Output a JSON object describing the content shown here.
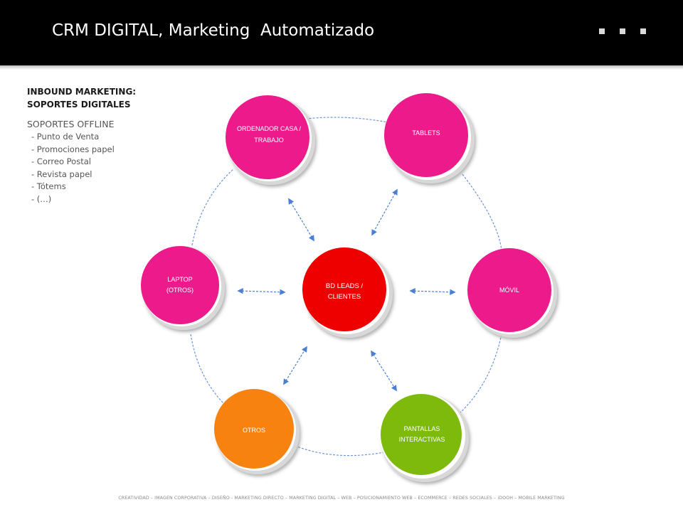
{
  "header": {
    "title": "CRM DIGITAL, Marketing  Automatizado",
    "bg_color": "#000000"
  },
  "left_panel": {
    "heading_line1": "INBOUND MARKETING:",
    "heading_line2": "SOPORTES DIGITALES",
    "offline_title": "SOPORTES OFFLINE",
    "offline_items": [
      "- Punto de Venta",
      "- Promociones papel",
      "- Correo Postal",
      "- Revista papel",
      "- Tótems",
      "- (…)"
    ]
  },
  "diagram": {
    "center": {
      "lines": [
        "BD LEADS /",
        "CLIENTES"
      ],
      "color": "#ee0000"
    },
    "nodes": [
      {
        "id": "ordenador",
        "lines": [
          "ORDENADOR CASA /",
          "TRABAJO"
        ],
        "color": "#ec1a8a"
      },
      {
        "id": "tablets",
        "lines": [
          "TABLETS"
        ],
        "color": "#ec1a8a"
      },
      {
        "id": "movil",
        "lines": [
          "MÓVIL"
        ],
        "color": "#ec1a8a"
      },
      {
        "id": "pantallas",
        "lines": [
          "PANTALLAS",
          "INTERACTIVAS"
        ],
        "color": "#7dba0c"
      },
      {
        "id": "otros",
        "lines": [
          "OTROS"
        ],
        "color": "#f7820f"
      },
      {
        "id": "laptop",
        "lines": [
          "LAPTOP",
          "(OTROS)"
        ],
        "color": "#ec1a8a"
      }
    ],
    "connector_color": "#4a7fd6"
  },
  "footer": {
    "text": "CREATIVIDAD  –  IMAGEN CORPORATIVA  –  DISEÑO - MARKETING DIRECTO  –  MARKETING DIGITAL  –  WEB  –  POSICIONAMIENTO  WEB  –  ECOMMERCE  –  REDES SOCIALES  –  iDOOH  –  MOBILE MARKETING"
  }
}
